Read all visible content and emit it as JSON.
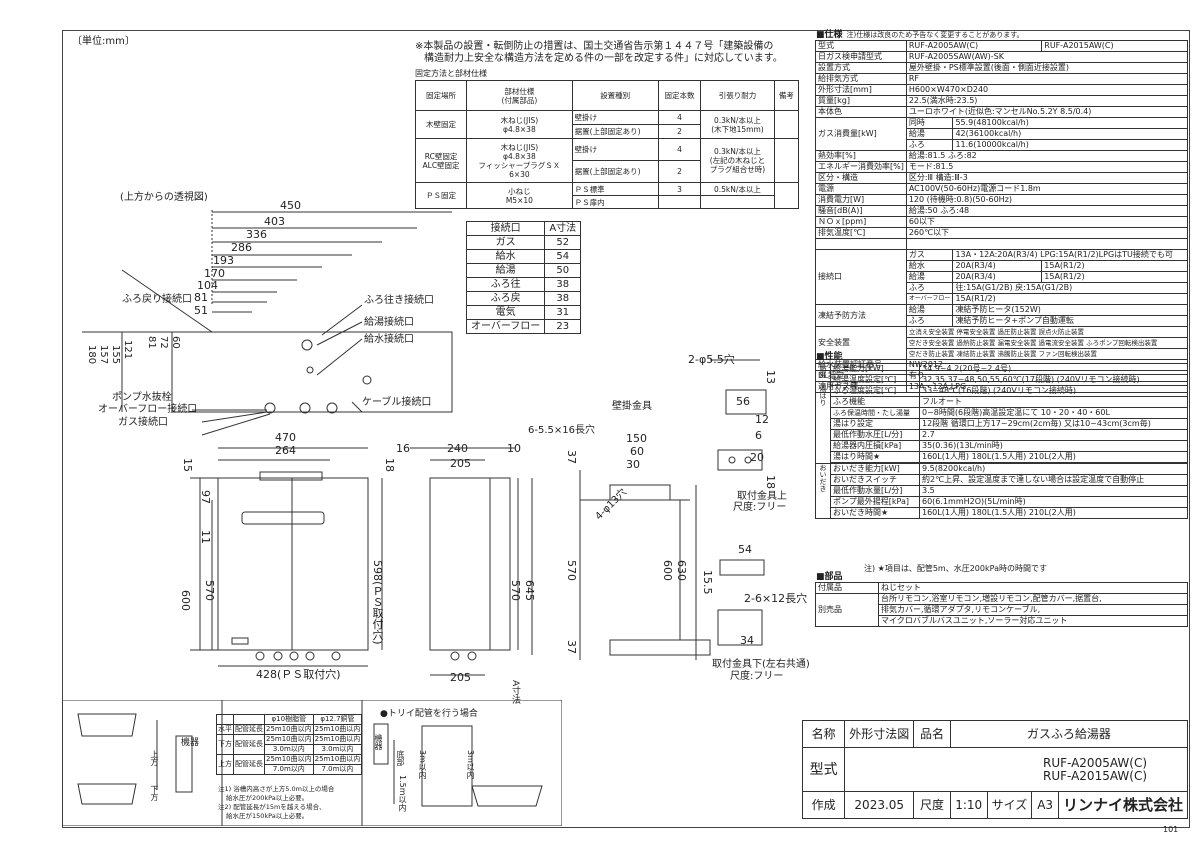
{
  "sheet": {
    "unit_label": "〔単位:mm〕",
    "page_no": "101"
  },
  "notes": {
    "install_line1": "※本製品の設置・転倒防止の措置は、国土交通省告示第１４４７号「建築設備の",
    "install_line2": "構造耐力上安全な構造方法を定める件の一部を改定する件」に対応しています。",
    "fix_caption": "固定方法と部材仕様"
  },
  "fix_table": {
    "headers": [
      "固定場所",
      "部材仕様",
      "設置種別",
      "固定本数",
      "引張り耐力",
      "備考"
    ],
    "headers_sub": "(付属部品)",
    "r1": {
      "place": "木壁固定",
      "mat1": "木ねじ(JIS)",
      "mat2": "φ4.8×38",
      "kind1": "壁掛け",
      "n1": "4",
      "kind2": "据置(上部固定あり)",
      "n2": "2",
      "force1": "0.3kN/本以上",
      "force2": "(木下地15mm)"
    },
    "r2": {
      "place1": "RC壁固定",
      "place2": "ALC壁固定",
      "mat1": "木ねじ(JIS)",
      "mat2": "φ4.8×38",
      "mat3": "フィッシャープラグＳＸ",
      "mat4": "6×30",
      "kind1": "壁掛け",
      "n1": "4",
      "kind2": "据置(上部固定あり)",
      "n2": "2",
      "force1": "0.3kN/本以上",
      "force2": "(左記の木ねじと",
      "force3": "プラグ組合せ時)"
    },
    "r3": {
      "place": "ＰＳ固定",
      "mat1": "小ねじ",
      "mat2": "M5×10",
      "kind1": "ＰＳ標準",
      "n1": "3",
      "kind2": "ＰＳ扉内",
      "force1": "0.5kN/本以上"
    }
  },
  "conn_table": {
    "h1": "接続口",
    "h2": "A寸法",
    "rows": [
      [
        "ガス",
        "52"
      ],
      [
        "給水",
        "54"
      ],
      [
        "給湯",
        "50"
      ],
      [
        "ふろ往",
        "38"
      ],
      [
        "ふろ戻",
        "38"
      ],
      [
        "電気",
        "31"
      ],
      [
        "オーバーフロー",
        "23"
      ]
    ]
  },
  "top_view": {
    "caption": "(上方からの透視図)",
    "dims": [
      "450",
      "403",
      "336",
      "286",
      "193",
      "170",
      "104",
      "81",
      "51"
    ],
    "vdims": [
      "180",
      "157",
      "155",
      "121",
      "81",
      "72",
      "60"
    ],
    "labels": {
      "bath_return": "ふろ戻り接続口",
      "bath_supply": "ふろ往き接続口",
      "hot_water": "給湯接続口",
      "water": "給水接続口",
      "pump_drain": "ポンプ水抜栓",
      "overflow": "オーバーフロー接続口",
      "gas": "ガス接続口",
      "cable": "ケーブル接続口"
    }
  },
  "front_view": {
    "dims": [
      "470",
      "264",
      "15",
      "18",
      "97",
      "11",
      "600",
      "570",
      "598(ＰＳ取付穴)",
      "428(ＰＳ取付穴)"
    ]
  },
  "side_view": {
    "dims": [
      "16",
      "240",
      "10",
      "205",
      "570",
      "645",
      "205"
    ],
    "a_label": "A寸法"
  },
  "bracket": {
    "title": "壁掛金具",
    "hole_note": "6-5.5×16長穴",
    "hole13": "4-φ13穴",
    "dims": [
      "150",
      "60",
      "30",
      "37",
      "570",
      "600",
      "630",
      "37"
    ]
  },
  "small_bracket": {
    "hole_note": "2-φ5.5穴",
    "dims": [
      "56",
      "13",
      "12",
      "6",
      "20",
      "18",
      "54",
      "15.5",
      "2-6×12長穴",
      "34"
    ],
    "caption1": "取付金具上",
    "scale1": "尺度:フリー",
    "caption2": "取付金具下(左右共通)",
    "scale2": "尺度:フリー"
  },
  "specs": {
    "title": "■仕様",
    "note": "注)仕様は改良のため予告なく変更することがあります。",
    "rows": [
      [
        "型式",
        "RUF-A2005AW(C)",
        "RUF-A2015AW(C)"
      ],
      [
        "日ガス検申請型式",
        "RUF-A2005SAW(AW)-SK"
      ],
      [
        "設置方式",
        "屋外壁掛・PS標準設置(後面・側面近接設置)"
      ],
      [
        "給排気方式",
        "RF"
      ],
      [
        "外形寸法[mm]",
        "H600×W470×D240"
      ],
      [
        "質量[kg]",
        "22.5(満水時:23.5)"
      ],
      [
        "本体色",
        "ユーロホワイト(近似色:マンセルNo.5.2Y 8.5/0.4)"
      ]
    ],
    "gas_consumption": {
      "label": "ガス消費量[kW]",
      "rows": [
        [
          "同時",
          "55.9(48100kcal/h)"
        ],
        [
          "給湯",
          "42(36100kcal/h)"
        ],
        [
          "ふろ",
          "11.6(10000kcal/h)"
        ]
      ]
    },
    "rows2": [
      [
        "熱効率[%]",
        "給湯:81.5 ふろ:82"
      ],
      [
        "エネルギー消費効率[%]",
        "モード:81.5"
      ],
      [
        "区分・構造",
        "区分:Ⅲ 構造:Ⅲ-3"
      ],
      [
        "電源",
        "AC100V(50-60Hz)電源コード1.8m"
      ],
      [
        "消費電力[W]",
        "120 (待機時:0.8)(50-60Hz)"
      ],
      [
        "騒音[dB(A)]",
        "給湯:50 ふろ:48"
      ],
      [
        "ＮＯｘ[ppm]",
        "60以下"
      ],
      [
        "排気温度[℃]",
        "260℃以下"
      ],
      [
        "",
        ""
      ]
    ],
    "connection": {
      "label": "接続口",
      "rows": [
        [
          "ガス",
          "13A・12A:20A(R3/4) LPG:15A(R1/2)LPGはTU接続でも可"
        ],
        [
          "給水",
          "20A(R3/4)",
          "15A(R1/2)"
        ],
        [
          "給湯",
          "20A(R3/4)",
          "15A(R1/2)"
        ],
        [
          "ふろ",
          "往:15A(G1/2B) 戻:15A(G1/2B)"
        ],
        [
          "オーバーフロー",
          "15A(R1/2)"
        ]
      ]
    },
    "freeze": {
      "label": "凍結予防方法",
      "rows": [
        [
          "給湯",
          "凍結予防ヒータ(152W)"
        ],
        [
          "ふろ",
          "凍結予防ヒータ+ポンプ自動運転"
        ]
      ]
    },
    "safety": {
      "label": "安全装置",
      "lines": [
        "立消え安全装置 停電安全装置 過圧防止装置 誤点火防止装置",
        "空だき安全装置 過熱防止装置 漏電安全装置 過電流安全装置 ふろポンプ回転検出装置",
        "空だき防止装置 凍結防止装置 沸騰防止装置 ファン回転検出装置"
      ]
    },
    "rows3": [
      [
        "給水装置認証番号",
        "NW2012"
      ],
      [
        "BL認定",
        "有り"
      ],
      [
        "適用ガス種",
        "13A・12A,LPG"
      ]
    ]
  },
  "performance": {
    "title": "■性能",
    "group1": "給湯・湯はり",
    "group2": "おいだき",
    "rows": [
      [
        "給湯能力[kW]",
        "34.9~4.2(20号~2.4号)"
      ],
      [
        "給湯温度設定[℃]",
        "32,35,37~48,50,55,60℃(17段階) (240Vリモコン接続時)"
      ],
      [
        "ふろ温度設定[℃]",
        "33~48℃(16段階) (240Vリモコン接続時)"
      ],
      [
        "ふろ機能",
        "フルオート"
      ],
      [
        "ふろ保温時間・たし湯量",
        "0~8時間(6段階)高温設定温にて 10・20・40・60L"
      ],
      [
        "湯はり設定",
        "12段階 循環口上方17~29cm(2cm毎) 又は10~43cm(3cm毎)"
      ],
      [
        "最低作動水圧[L/分]",
        "2.7"
      ],
      [
        "給湯器内圧損[kPa]",
        "35(0.36)(13L/min時)"
      ],
      [
        "湯はり時間★",
        "160L(1人用) 180L(1.5人用) 210L(2人用)",
        "",
        ""
      ],
      [
        "",
        ""
      ],
      [
        "おいだき能力[kW]",
        "9.5(8200kcal/h)"
      ],
      [
        "おいだきスイッチ",
        "約2℃上昇、設定温度まで達しない場合は設定温度で自動停止"
      ],
      [
        "最低作動水量[L/分]",
        "3.5"
      ],
      [
        "ポンプ最外揚程[kPa]",
        "60(6.1mmH2O)(5L/min時)"
      ],
      [
        "おいだき時間★",
        "160L(1人用) 180L(1.5人用) 210L(2人用)"
      ]
    ],
    "footnote": "注) ★項目は、配管5m、水圧200kPa時の時間です"
  },
  "parts": {
    "title": "■部品",
    "rows": [
      [
        "付属品",
        "ねじセット"
      ],
      [
        "別売品",
        "台所リモコン,浴室リモコン,増設リモコン,配管カバー,据置台,",
        "排気カバー,循環アダプタ,リモコンケーブル,",
        "マイクロバブルバスユニット,ソーラー対応ユニット"
      ]
    ]
  },
  "piping": {
    "device": "機器",
    "up": "上方",
    "down": "下方",
    "trap_note": "●トリイ配管を行う場合",
    "device2": "機器",
    "dim_low": "底部",
    "dim_15": "1.5m以内",
    "dim_3": "3m以内",
    "dim_3b": "3m以内",
    "table": {
      "h1": "φ10樹脂管",
      "h2": "φ12.7銅管",
      "r1": [
        "水平",
        "配管延長",
        "25m10曲以内",
        "25m10曲以内"
      ],
      "r2": [
        "下方",
        "配管延長",
        "25m10曲以内",
        "25m10曲以内",
        "3.0m以内",
        "3.0m以内"
      ],
      "r3": [
        "上方",
        "配管延長",
        "25m10曲以内",
        "25m10曲以内",
        "7.0m以内",
        "7.0m以内"
      ]
    },
    "notes": [
      "注1) 浴槽内高さが上方5.0m以上の場合",
      "給水圧が200kPa以上必要。",
      "注2) 配管延長が15mを越える場合、",
      "給水圧が150kPa以上必要。"
    ]
  },
  "title_block": {
    "name_label": "名称",
    "drawing_name": "外形寸法図",
    "product_label": "品名",
    "product_name": "ガスふろ給湯器",
    "model_label": "型式",
    "models": [
      "RUF-A2005AW(C)",
      "RUF-A2015AW(C)"
    ],
    "date_label": "作成",
    "date": "2023.05",
    "scale_label": "尺度",
    "scale": "1:10",
    "size_label": "サイズ",
    "size": "A3",
    "company": "リンナイ株式会社"
  }
}
